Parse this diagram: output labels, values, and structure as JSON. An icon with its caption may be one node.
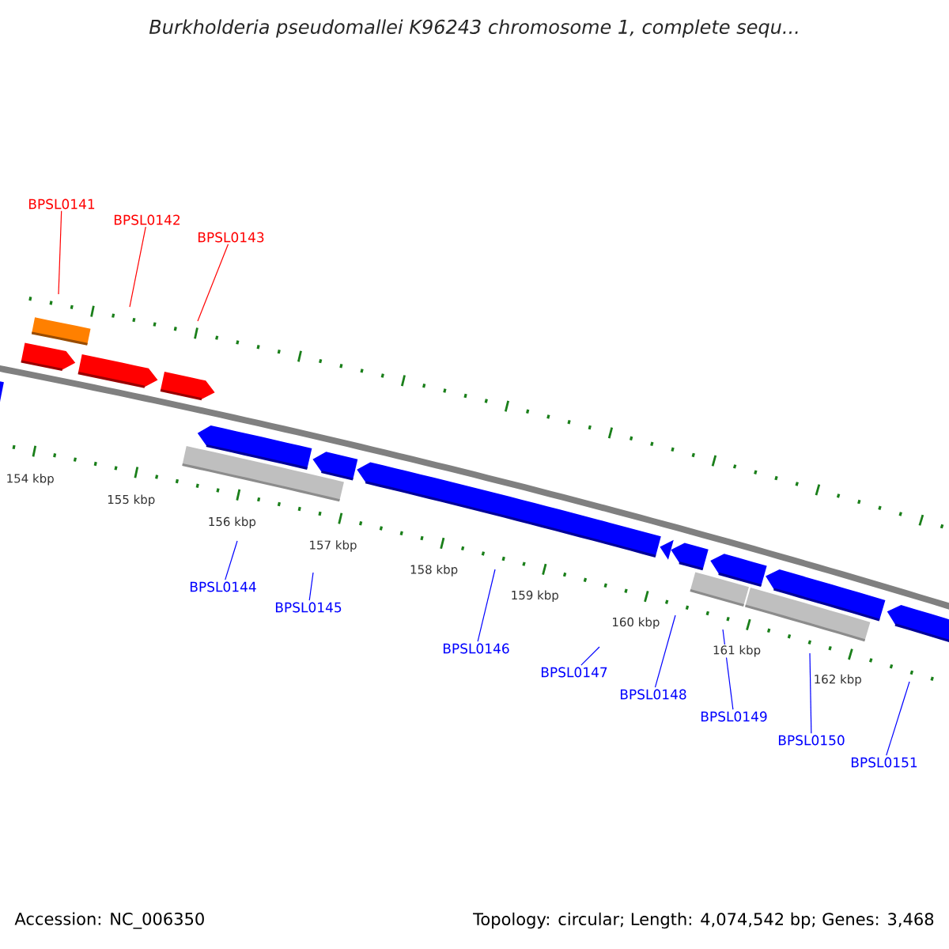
{
  "diagram": {
    "title": "Burkholderia pseudomallei K96243 chromosome 1, complete sequ...",
    "nodes": [
      {
        "text": [
          "BPSL0141"
        ]
      },
      {
        "text": [
          "BPSL0142"
        ]
      },
      {
        "text": [
          "BPSL0143"
        ]
      },
      {
        "text": [
          "BPSL0144"
        ]
      },
      {
        "text": [
          "BPSL0145"
        ]
      },
      {
        "text": [
          "BPSL0146"
        ]
      },
      {
        "text": [
          "BPSL0147"
        ]
      },
      {
        "text": [
          "BPSL0148"
        ]
      },
      {
        "text": [
          "BPSL0149"
        ]
      },
      {
        "text": [
          "BPSL0150"
        ]
      },
      {
        "text": [
          "BPSL0151"
        ]
      }
    ],
    "edges": [
      {
        "from": 0,
        "to": null,
        "arrow": "none",
        "color": "#ff0000"
      },
      {
        "from": 1,
        "to": null,
        "arrow": "none",
        "color": "#ff0000"
      },
      {
        "from": 2,
        "to": null,
        "arrow": "none",
        "color": "#ff0000"
      },
      {
        "from": 3,
        "to": null,
        "arrow": "none"
      },
      {
        "from": 4,
        "to": null,
        "arrow": "none"
      },
      {
        "from": 5,
        "to": null,
        "arrow": "none"
      },
      {
        "from": 6,
        "to": null,
        "arrow": "none"
      },
      {
        "from": 7,
        "to": null,
        "arrow": "none"
      },
      {
        "from": 8,
        "to": null,
        "arrow": "none"
      },
      {
        "from": 9,
        "to": null,
        "arrow": "none"
      },
      {
        "from": 10,
        "to": null,
        "arrow": "none"
      }
    ],
    "labels": [
      "154 kbp",
      "155 kbp",
      "156 kbp",
      "157 kbp",
      "158 kbp",
      "159 kbp",
      "160 kbp",
      "161 kbp",
      "162 kbp",
      "Accession: NC_006350",
      "Topology: circular; Length: 4,074,542 bp; Genes: 3,468"
    ]
  }
}
